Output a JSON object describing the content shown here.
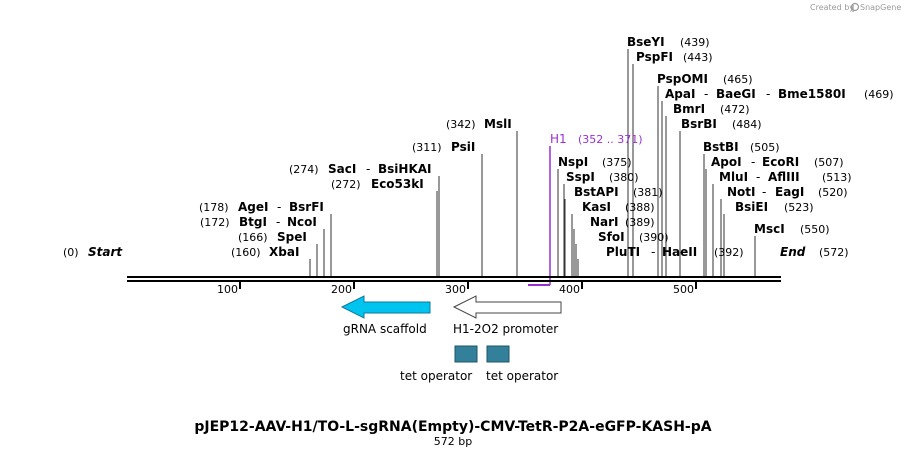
{
  "brand": {
    "created_by": "Created by",
    "name": "SnapGene"
  },
  "map": {
    "start_label": "Start",
    "start_pos": "(0)",
    "end_label": "End",
    "end_pos": "(572)"
  },
  "ruler": {
    "ticks": [
      "100",
      "200",
      "300",
      "400",
      "500"
    ]
  },
  "sites": [
    {
      "name": "BseYI",
      "pos": "(439)"
    },
    {
      "name": "PspFI",
      "pos": "(443)"
    },
    {
      "name": "PspOMI",
      "pos": "(465)"
    },
    {
      "name": "ApaI",
      "name2": "BaeGI",
      "name3": "Bme1580I",
      "pos": "(469)"
    },
    {
      "name": "BmrI",
      "pos": "(472)"
    },
    {
      "name": "BsrBI",
      "pos": "(484)"
    },
    {
      "name": "BstBI",
      "pos": "(505)"
    },
    {
      "name": "ApoI",
      "name2": "EcoRI",
      "pos": "(507)"
    },
    {
      "name": "MluI",
      "name2": "AflIII",
      "pos": "(513)"
    },
    {
      "name": "NotI",
      "name2": "EagI",
      "pos": "(520)"
    },
    {
      "name": "BsiEI",
      "pos": "(523)"
    },
    {
      "name": "MscI",
      "pos": "(550)"
    },
    {
      "name": "MslI",
      "pos": "(342)"
    },
    {
      "name": "PsiI",
      "pos": "(311)"
    },
    {
      "name": "SacI",
      "name2": "BsiHKAI",
      "pos": "(274)"
    },
    {
      "name": "Eco53kI",
      "pos": "(272)"
    },
    {
      "name": "AgeI",
      "name2": "BsrFI",
      "pos": "(178)"
    },
    {
      "name": "BtgI",
      "name2": "NcoI",
      "pos": "(172)"
    },
    {
      "name": "SpeI",
      "pos": "(166)"
    },
    {
      "name": "XbaI",
      "pos": "(160)"
    },
    {
      "name": "NspI",
      "pos": "(375)"
    },
    {
      "name": "SspI",
      "pos": "(380)"
    },
    {
      "name": "BstAPI",
      "pos": "(381)"
    },
    {
      "name": "KasI",
      "pos": "(388)"
    },
    {
      "name": "NarI",
      "pos": "(389)"
    },
    {
      "name": "SfoI",
      "pos": "(390)"
    },
    {
      "name": "PluTI",
      "name2": "HaeII",
      "pos": "(392)"
    }
  ],
  "primer": {
    "name": "H1",
    "range": "(352 .. 371)"
  },
  "features": [
    {
      "name": "gRNA scaffold",
      "color": "#00c4f0"
    },
    {
      "name": "H1-2O2 promoter",
      "color": "#ffffff"
    },
    {
      "name": "tet operator",
      "color": "#33809a"
    },
    {
      "name": "tet operator",
      "color": "#33809a"
    }
  ],
  "plasmid": {
    "title": "pJEP12-AAV-H1/TO-L-sgRNA(Empty)-CMV-TetR-P2A-eGFP-KASH-pA",
    "length": "572 bp"
  }
}
